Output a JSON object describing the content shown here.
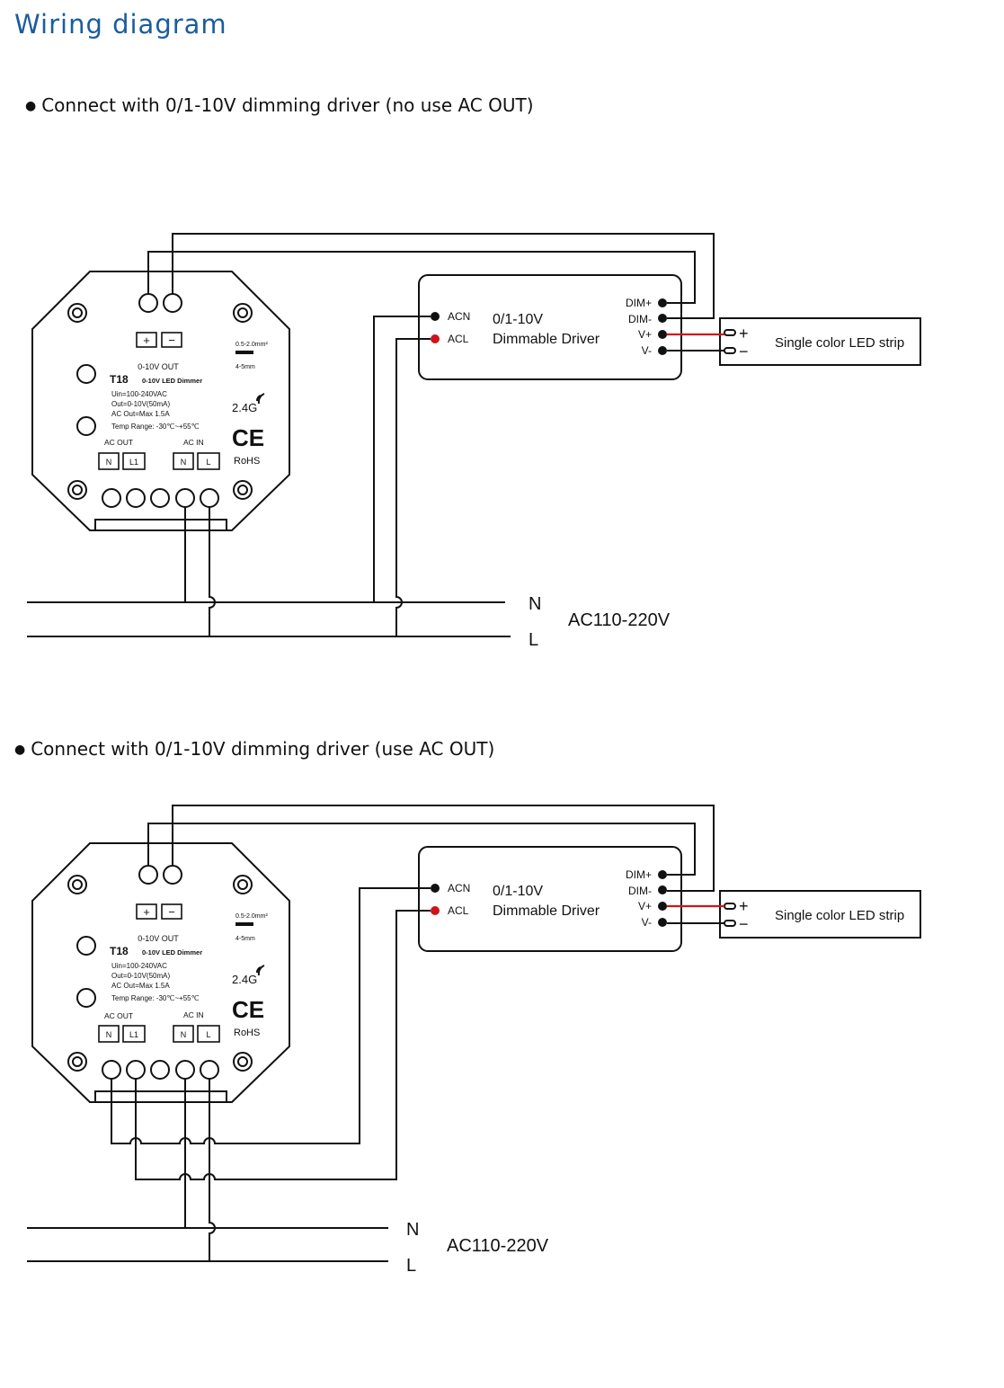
{
  "page_title": "Wiring diagram",
  "sections": [
    {
      "heading": "Connect with 0/1-10V dimming driver (no use AC OUT)"
    },
    {
      "heading": "Connect with 0/1-10V dimming driver (use AC OUT)"
    }
  ],
  "device": {
    "model": "T18",
    "subtitle": "0-10V LED Dimmer",
    "plus": "+",
    "minus": "−",
    "out_label": "0-10V OUT",
    "wire_spec": "0.5-2.0mm²",
    "strip_len": "4-5mm",
    "spec_uin": "Uin=100-240VAC",
    "spec_out": "Out=0-10V(50mA)",
    "spec_ac": "AC Out=Max 1.5A",
    "spec_temp": "Temp Range: -30℃~+55℃",
    "wireless": "2.4G",
    "ce": "CE",
    "rohs": "RoHS",
    "ac_out_label": "AC OUT",
    "ac_in_label": "AC IN",
    "term_n": "N",
    "term_l1": "L1",
    "term_l": "L"
  },
  "driver": {
    "acn": "ACN",
    "acl": "ACL",
    "name_line1": "0/1-10V",
    "name_line2": "Dimmable Driver",
    "dim_plus": "DIM+",
    "dim_minus": "DIM-",
    "v_plus": "V+",
    "v_minus": "V-"
  },
  "led_strip": {
    "label": "Single color LED strip",
    "plus": "+",
    "minus": "−"
  },
  "mains": {
    "n": "N",
    "l": "L",
    "voltage": "AC110-220V"
  },
  "colors": {
    "title": "#1b5c9e",
    "wire": "#111111",
    "live": "#d0141c"
  }
}
